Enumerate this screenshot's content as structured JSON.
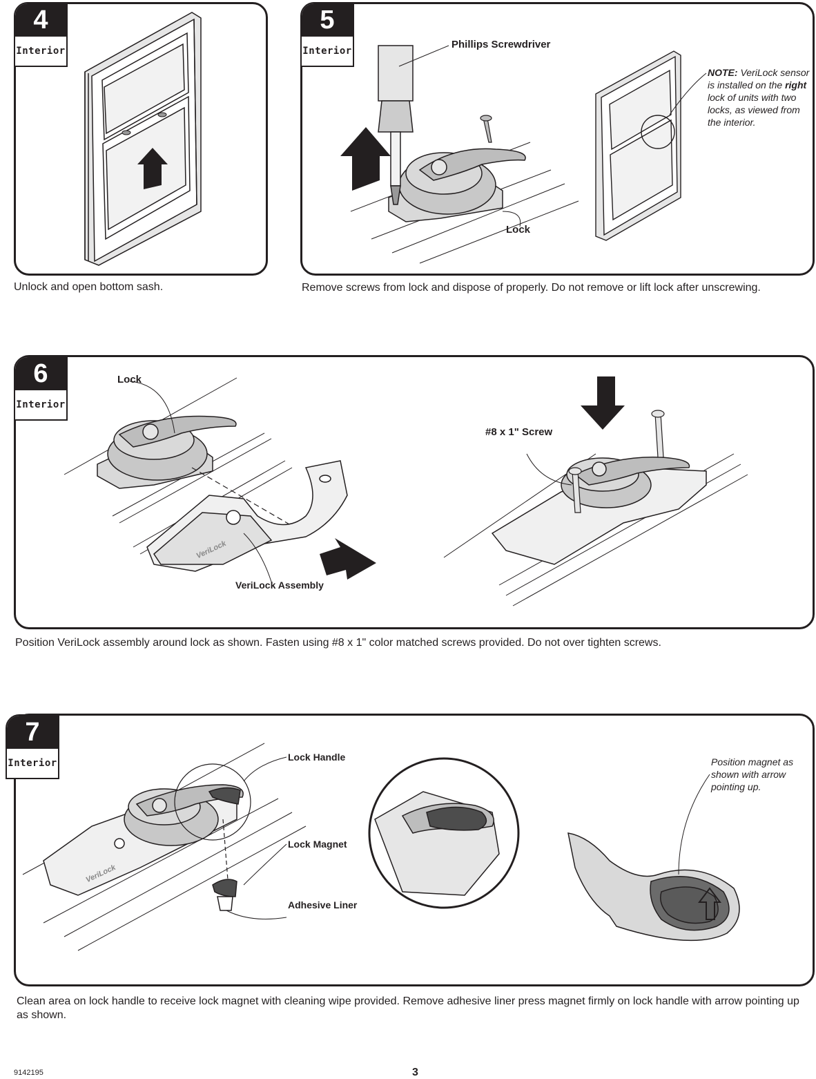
{
  "steps": [
    {
      "number": "4",
      "label": "Interior",
      "caption": "Unlock and open bottom sash."
    },
    {
      "number": "5",
      "label": "Interior",
      "caption": "Remove screws from lock and dispose of properly. Do not remove or lift lock after unscrewing."
    },
    {
      "number": "6",
      "label": "Interior",
      "caption": "Position VeriLock assembly around lock as shown. Fasten using #8 x 1\" color matched screws provided. Do not over tighten screws."
    },
    {
      "number": "7",
      "label": "Interior",
      "caption": "Clean area on lock handle to receive lock magnet with cleaning wipe provided. Remove adhesive liner press magnet firmly on lock handle with arrow pointing up as shown."
    }
  ],
  "step5": {
    "callout_screwdriver": "Phillips Screwdriver",
    "callout_lock": "Lock",
    "note_bold": "NOTE:",
    "note_part1": " VeriLock sensor is installed on the ",
    "note_emph": "right",
    "note_part2": " lock of units with two locks, as viewed from the interior."
  },
  "step6": {
    "callout_lock": "Lock",
    "callout_screw": "#8 x 1\" Screw",
    "callout_assembly": "VeriLock Assembly",
    "brand_mark": "VeriLock"
  },
  "step7": {
    "callout_handle": "Lock Handle",
    "callout_magnet": "Lock Magnet",
    "callout_liner": "Adhesive Liner",
    "note": "Position magnet as shown with arrow pointing up.",
    "brand_mark": "VeriLock"
  },
  "footer": {
    "part_number": "9142195",
    "page_number": "3"
  }
}
